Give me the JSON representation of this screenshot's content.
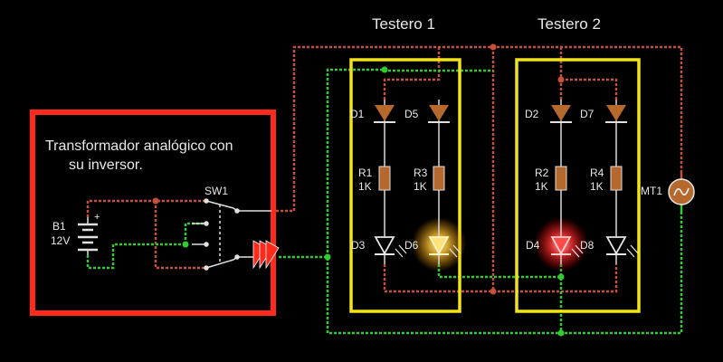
{
  "header": {
    "testero1": "Testero 1",
    "testero2": "Testero 2"
  },
  "source_box": {
    "line1": "Transformador analógico con",
    "line2": "su inversor."
  },
  "battery": {
    "name": "B1",
    "voltage": "12V",
    "plus": "+"
  },
  "switch": {
    "name": "SW1"
  },
  "meter": {
    "name": "MT1"
  },
  "diodes": {
    "d1": "D1",
    "d2": "D2",
    "d5": "D5",
    "d7": "D7"
  },
  "leds": {
    "d3": "D3",
    "d4": "D4",
    "d6": "D6",
    "d8": "D8"
  },
  "resistors": {
    "r1": "R1",
    "r1_value": "1K",
    "r2": "R2",
    "r2_value": "1K",
    "r3": "R3",
    "r3_value": "1K",
    "r4": "R4",
    "r4_value": "1K"
  },
  "colors": {
    "background": "#000000",
    "box_red": "#ff2a1a",
    "box_yellow": "#f2e21e",
    "wire_red": "#c8503a",
    "wire_green": "#2ecc2e",
    "component": "#b5692c",
    "led_lit_yellow": "#ffd24a",
    "led_lit_red": "#ff3030",
    "led_off": "#e8e8e8",
    "wire_lead": "#d9d9d9"
  }
}
